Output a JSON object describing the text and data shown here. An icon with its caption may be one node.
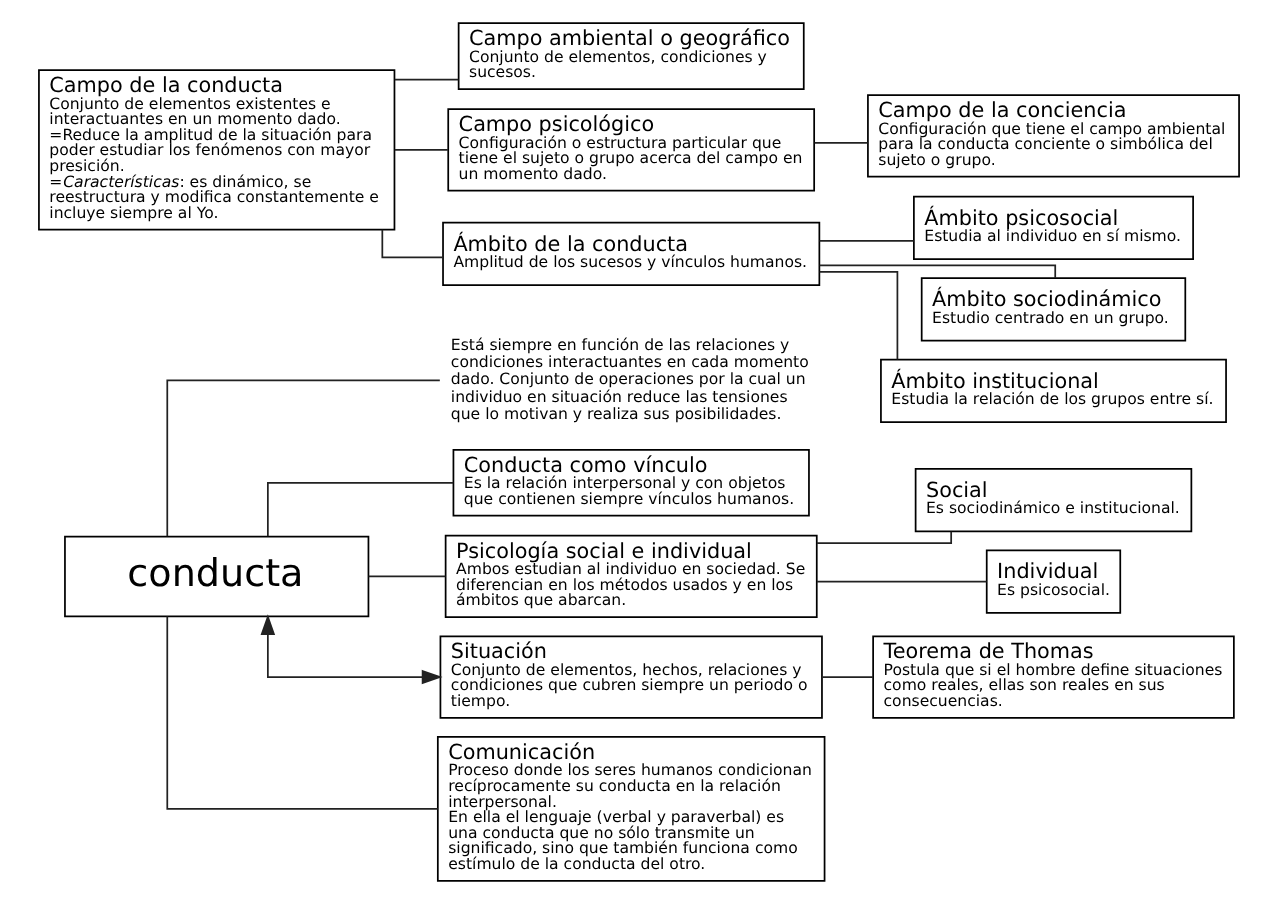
{
  "diagram": {
    "nodes": [
      {
        "text": [
          "Está siempre en función de las relaciones y condiciones interactuantes en cada momento dado. Conjunto de operaciones por la cual un individuo en situación reduce las tensiones que lo motivan y realiza sus posibilidades."
        ]
      },
      {
        "text": [
          "Campo de la conducta",
          "Conjunto de elementos existentes e interactuantes en un momento dado.",
          "=Reduce la amplitud de la situación para poder estudiar los fenómenos con mayor presición.",
          "=*Características*: es dinámico, se reestructura y modifica constantemente e incluye siempre al Yo."
        ]
      },
      {
        "text": [
          "conducta"
        ]
      },
      {
        "text": [
          "Conducta como vínculo",
          "Es la relación interpersonal y con objetos que contienen siempre vínculos humanos."
        ]
      },
      {
        "text": [
          "Campo ambiental o geográfico",
          "Conjunto de elementos, condiciones y sucesos."
        ]
      },
      {
        "text": [
          "Psicología social e individual",
          "Ambos estudian al individuo en sociedad. Se diferencian en los métodos usados y en los ámbitos que abarcan."
        ]
      },
      {
        "text": [
          "Campo psicológico",
          "Configuración o estructura particular que tiene el sujeto o grupo acerca del campo en un momento dado."
        ]
      },
      {
        "text": [
          "Situación",
          "Conjunto de elementos, hechos, relaciones y condiciones que cubren siempre un periodo o tiempo."
        ]
      },
      {
        "text": [
          "Social",
          "Es sociodinámico e institucional."
        ]
      },
      {
        "text": [
          "Campo de la conciencia",
          "Configuración que tiene el campo ambiental para la conducta conciente o simbólica del sujeto o grupo."
        ]
      },
      {
        "text": [
          "Teorema de Thomas",
          "Postula que si el hombre define situaciones como reales, ellas son reales en sus consecuencias."
        ]
      },
      {
        "text": [
          "Individual",
          "Es psicosocial."
        ]
      },
      {
        "text": [
          "Comunicación",
          "Proceso donde los seres humanos condicionan recíprocamente su conducta en la relación interpersonal.",
          "En ella el lenguaje (verbal y paraverbal) es una conducta que no sólo transmite un significado, sino que también funciona como estímulo de la conducta del otro."
        ]
      },
      {
        "text": [
          "Ámbito psicosocial",
          "Estudia al individuo en sí mismo."
        ]
      },
      {
        "text": [
          "Ámbito de la conducta",
          "Amplitud de los sucesos y vínculos humanos."
        ]
      },
      {
        "text": [
          "Ámbito sociodinámico",
          "Estudio centrado en un grupo."
        ]
      },
      {
        "text": [
          "Ámbito institucional",
          "Estudia la relación de los grupos entre sí."
        ]
      }
    ],
    "edges": [
      {
        "from": 2,
        "to": 0,
        "arrow": "none"
      },
      {
        "from": 2,
        "to": 3,
        "arrow": "none"
      },
      {
        "from": 2,
        "to": 5,
        "arrow": "none"
      },
      {
        "from": 2,
        "to": 12,
        "arrow": "none"
      },
      {
        "from": 2,
        "to": 7,
        "arrow": "both"
      },
      {
        "from": 7,
        "to": 10,
        "arrow": "none"
      },
      {
        "from": 5,
        "to": 8,
        "arrow": "none"
      },
      {
        "from": 5,
        "to": 11,
        "arrow": "none"
      },
      {
        "from": 1,
        "to": 4,
        "arrow": "none"
      },
      {
        "from": 1,
        "to": 6,
        "arrow": "none"
      },
      {
        "from": 1,
        "to": 14,
        "arrow": "none"
      },
      {
        "from": 6,
        "to": 9,
        "arrow": "none"
      },
      {
        "from": 14,
        "to": 13,
        "arrow": "none"
      },
      {
        "from": 14,
        "to": 15,
        "arrow": "none"
      },
      {
        "from": 14,
        "to": 16,
        "arrow": "none"
      }
    ]
  }
}
